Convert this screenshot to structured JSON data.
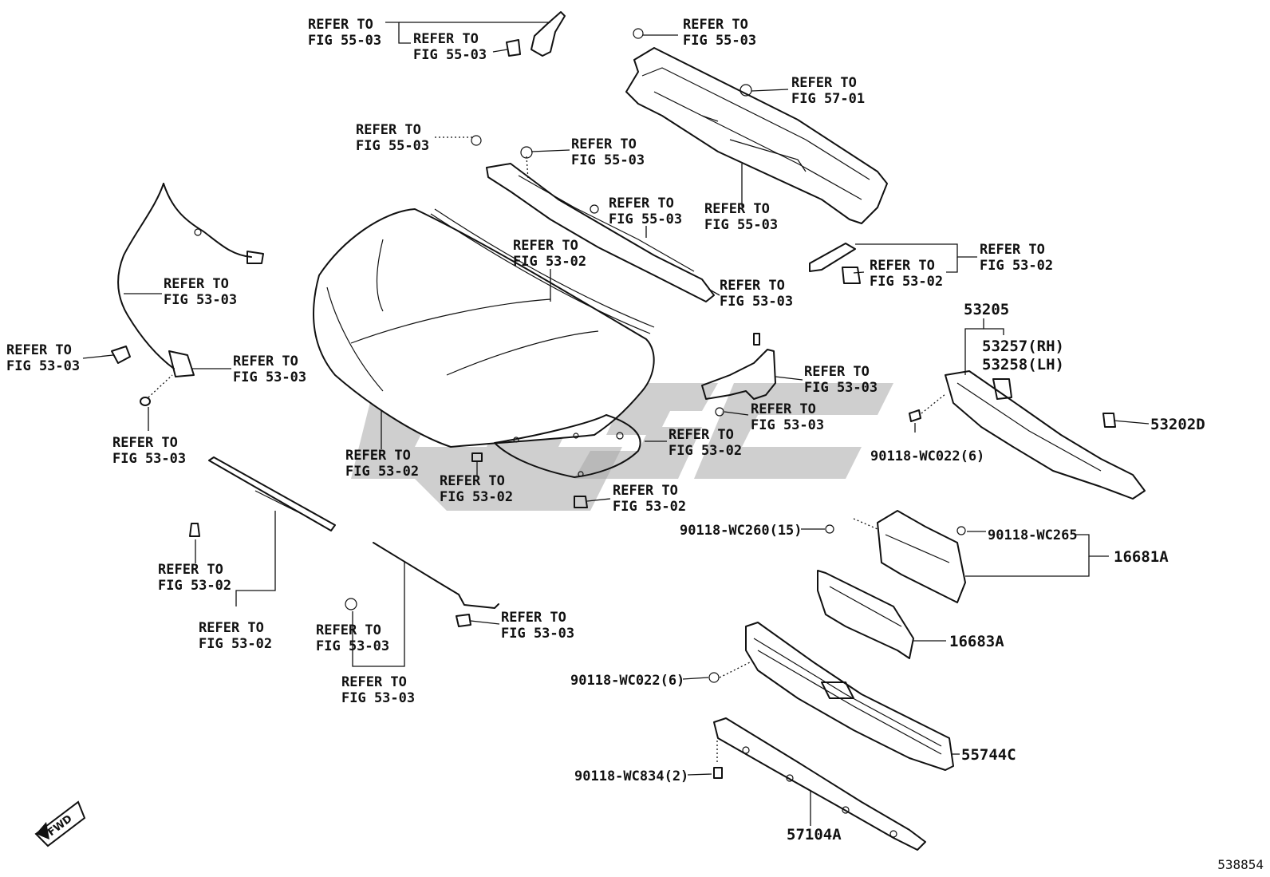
{
  "refs": {
    "r01": {
      "line1": "REFER TO",
      "line2": "FIG 55-03"
    },
    "r02": {
      "line1": "REFER TO",
      "line2": "FIG 55-03"
    },
    "r03": {
      "line1": "REFER TO",
      "line2": "FIG 55-03"
    },
    "r04": {
      "line1": "REFER TO",
      "line2": "FIG 57-01"
    },
    "r05": {
      "line1": "REFER TO",
      "line2": "FIG 55-03"
    },
    "r06": {
      "line1": "REFER TO",
      "line2": "FIG 55-03"
    },
    "r07": {
      "line1": "REFER TO",
      "line2": "FIG 55-03"
    },
    "r08": {
      "line1": "REFER TO",
      "line2": "FIG 55-03"
    },
    "r09": {
      "line1": "REFER TO",
      "line2": "FIG 53-02"
    },
    "r10": {
      "line1": "REFER TO",
      "line2": "FIG 53-03"
    },
    "r11": {
      "line1": "REFER TO",
      "line2": "FIG 53-02"
    },
    "r12": {
      "line1": "REFER TO",
      "line2": "FIG 53-02"
    },
    "r13": {
      "line1": "REFER TO",
      "line2": "FIG 53-03"
    },
    "r14": {
      "line1": "REFER TO",
      "line2": "FIG 53-03"
    },
    "r15": {
      "line1": "REFER TO",
      "line2": "FIG 53-03"
    },
    "r16": {
      "line1": "REFER TO",
      "line2": "FIG 53-03"
    },
    "r17": {
      "line1": "REFER TO",
      "line2": "FIG 53-03"
    },
    "r18": {
      "line1": "REFER TO",
      "line2": "FIG 53-03"
    },
    "r19": {
      "line1": "REFER TO",
      "line2": "FIG 53-02"
    },
    "r20": {
      "line1": "REFER TO",
      "line2": "FIG 53-02"
    },
    "r21": {
      "line1": "REFER TO",
      "line2": "FIG 53-02"
    },
    "r22": {
      "line1": "REFER TO",
      "line2": "FIG 53-02"
    },
    "r23": {
      "line1": "REFER TO",
      "line2": "FIG 53-02"
    },
    "r24": {
      "line1": "REFER TO",
      "line2": "FIG 53-02"
    },
    "r25": {
      "line1": "REFER TO",
      "line2": "FIG 53-03"
    },
    "r26": {
      "line1": "REFER TO",
      "line2": "FIG 53-03"
    },
    "r27": {
      "line1": "REFER TO",
      "line2": "FIG 53-03"
    }
  },
  "parts": {
    "p53205": "53205",
    "p53257": "53257(RH)",
    "p53258": "53258(LH)",
    "p53202d": "53202D",
    "p90118_wc022_a": "90118-WC022(6)",
    "p90118_wc260": "90118-WC260(15)",
    "p90118_wc265": "90118-WC265",
    "p16681a": "16681A",
    "p16683a": "16683A",
    "p90118_wc022_b": "90118-WC022(6)",
    "p55744c": "55744C",
    "p90118_wc834": "90118-WC834(2)",
    "p57104a": "57104A"
  },
  "fwd_label": "FWD",
  "diagram_number": "538854",
  "watermark": "WSC"
}
